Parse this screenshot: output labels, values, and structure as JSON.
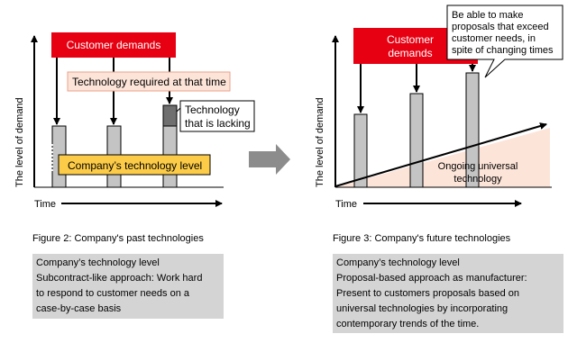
{
  "figure2": {
    "ylabel": "The level of demand",
    "xlabel": "Time",
    "customer_demands": "Customer demands",
    "tech_required": "Technology required at that time",
    "tech_lacking_line1": "Technology",
    "tech_lacking_line2": "that is lacking",
    "company_level": "Company’s technology level",
    "caption": "Figure 2: Company's past technologies",
    "desc_line1": "Company’s technology level",
    "desc_line2": "Subcontract-like approach: Work hard",
    "desc_line3": "to respond to customer needs on a",
    "desc_line4": "case-by-case basis"
  },
  "figure3": {
    "ylabel": "The level of demand",
    "xlabel": "Time",
    "customer_demands_line1": "Customer",
    "customer_demands_line2": "demands",
    "callout_line1": "Be able to make",
    "callout_line2": "proposals that exceed",
    "callout_line3": "customer needs, in",
    "callout_line4": "spite of changing times",
    "universal_line1": "Ongoing universal",
    "universal_line2": "technology",
    "caption": "Figure 3: Company's future technologies",
    "desc_line1": "Company’s technology level",
    "desc_line2": "Proposal-based approach as manufacturer:",
    "desc_line3": "Present to customers proposals based on",
    "desc_line4": "universal technologies by incorporating",
    "desc_line5": "contemporary trends of the time."
  },
  "colors": {
    "red": "#e60012",
    "salmon": "#fde4d8",
    "yellow": "#fccb47",
    "bar_gray": "#c4c4c4",
    "dark_gray": "#6f6f6f",
    "desc_gray": "#d4d4d4"
  },
  "icons": {
    "transition": "right-arrow-icon"
  }
}
